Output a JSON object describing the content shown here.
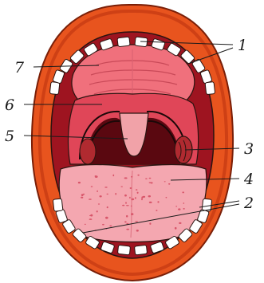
{
  "labels": {
    "upper_teeth": "1",
    "lower_teeth": "2",
    "palatine_tonsil": "3",
    "tongue": "4",
    "uvula": "5",
    "soft_palate": "6",
    "hard_palate": "7"
  },
  "colors": {
    "lip": "#e8541e",
    "lip_dark": "#b8300e",
    "cavity": "#9e1420",
    "palate": "#f0707c",
    "soft_palate": "#e04658",
    "throat": "#5a0810",
    "uvula": "#f1a2a8",
    "tongue": "#f4a7b0",
    "tonsil": "#b02a30",
    "tooth": "#ffffff",
    "outline": "#2a1410"
  }
}
